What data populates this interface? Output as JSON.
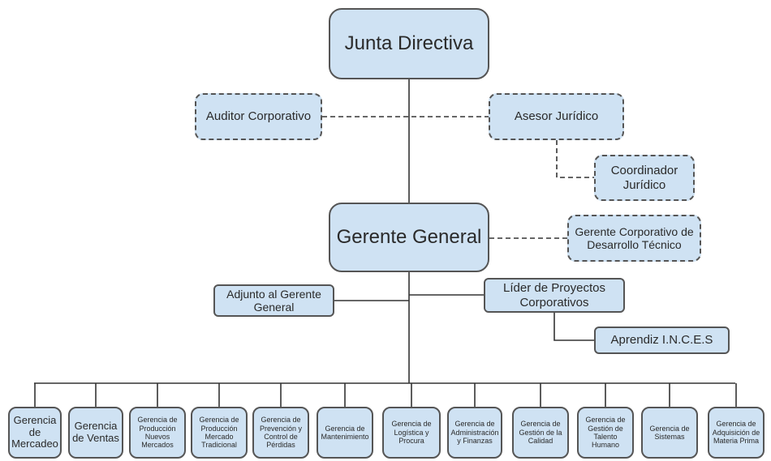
{
  "title": "Organigrama",
  "colors": {
    "box_fill": "#cfe2f3",
    "box_border": "#555555",
    "line": "#333333"
  },
  "nodes": {
    "junta": "Junta Directiva",
    "auditor": "Auditor Corporativo",
    "asesor": "Asesor Jurídico",
    "coordinador": "Coordinador\nJurídico",
    "gerente_general": "Gerente General",
    "gerente_desarrollo": "Gerente Corporativo de\nDesarrollo Técnico",
    "adjunto": "Adjunto al Gerente\nGeneral",
    "lider": "Líder de Proyectos\nCorporativos",
    "aprendiz": "Aprendiz I.N.C.E.S"
  },
  "gerencias": [
    "Gerencia\nde\nMercadeo",
    "Gerencia\nde Ventas",
    "Gerencia de\nProducción\nNuevos\nMercados",
    "Gerencia de\nProducción\nMercado\nTradicional",
    "Gerencia de\nPrevención y\nControl de\nPérdidas",
    "Gerencia de\nMantenimiento",
    "Gerencia de\nLogística y\nProcura",
    "Gerencia de\nAdministración\ny Finanzas",
    "Gerencia de\nGestión de la\nCalidad",
    "Gerencia de\nGestión de\nTalento\nHumano",
    "Gerencia de\nSistemas",
    "Gerencia de\nAdquisición de\nMateria Prima"
  ]
}
